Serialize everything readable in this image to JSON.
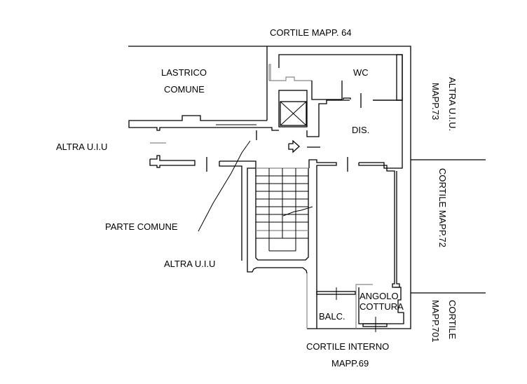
{
  "labels": {
    "cortile_top": "CORTILE MAPP. 64",
    "lastrico_1": "LASTRICO",
    "lastrico_2": "COMUNE",
    "wc": "WC",
    "altra_right_1": "ALTRA U.I.U.",
    "altra_right_2": "MAPP.73",
    "altra_left": "ALTRA U.I.U",
    "dis": "DIS.",
    "parte_comune": "PARTE COMUNE",
    "altra_bottom": "ALTRA U.I.U",
    "cortile_72": "CORTILE MAPP.72",
    "angolo_1": "ANGOLO",
    "angolo_2": "COTTURA",
    "balc": "BALC.",
    "cortile_interno": "CORTILE INTERNO",
    "mapp_69": "MAPP.69",
    "cortile_701_1": "CORTILE",
    "cortile_701_2": "MAPP.701"
  }
}
